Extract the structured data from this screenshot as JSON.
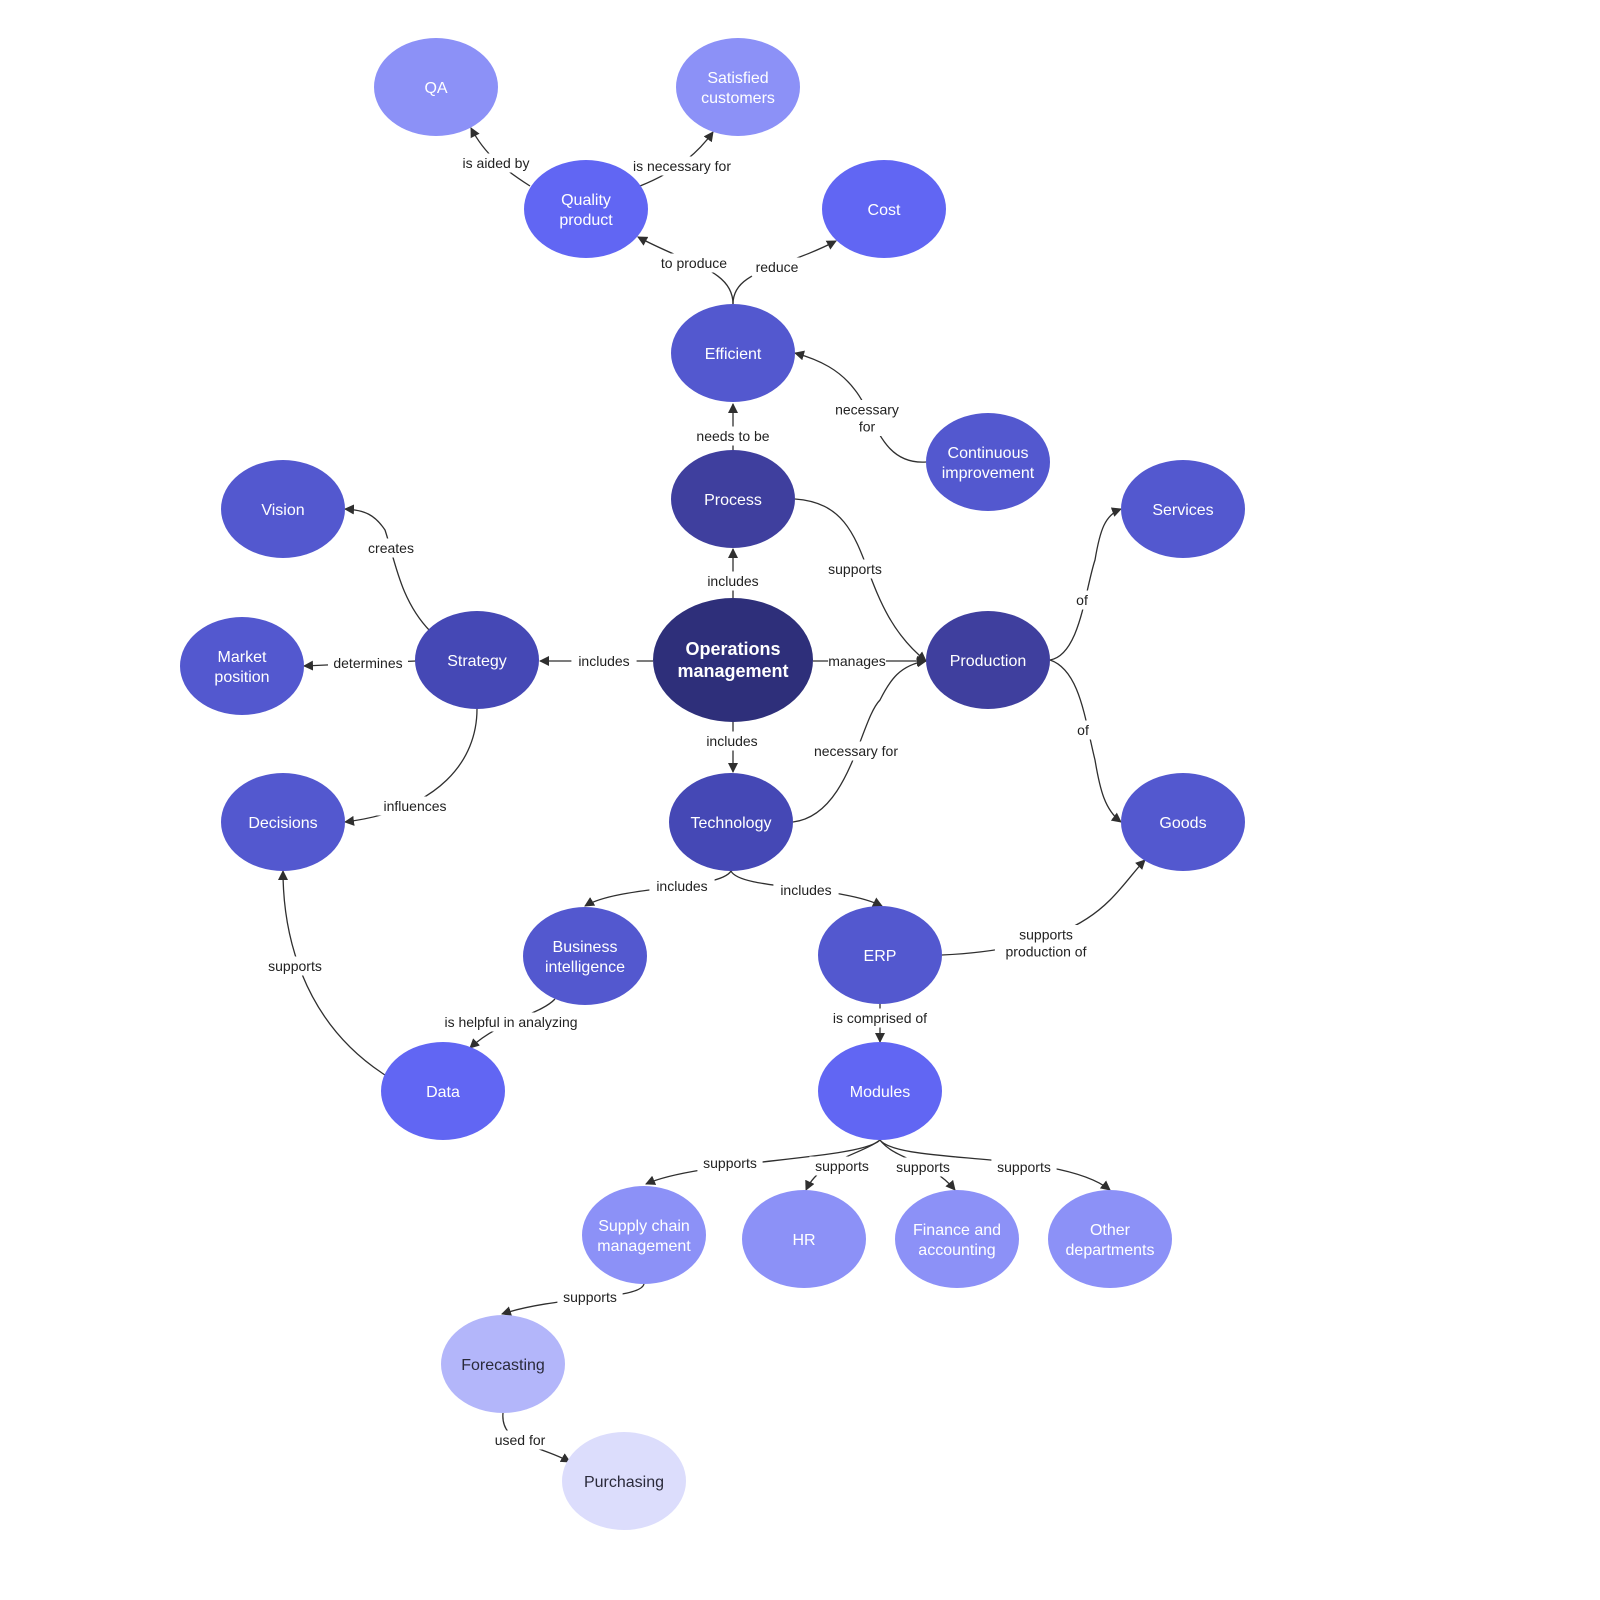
{
  "nodes": {
    "ops": {
      "label": [
        "Operations",
        "management"
      ],
      "fill": "#2e2f7a",
      "text": "#ffffff"
    },
    "process": {
      "label": [
        "Process"
      ],
      "fill": "#3f3f9e",
      "text": "#ffffff"
    },
    "efficient": {
      "label": [
        "Efficient"
      ],
      "fill": "#5358cf",
      "text": "#ffffff"
    },
    "quality": {
      "label": [
        "Quality",
        "product"
      ],
      "fill": "#6166f3",
      "text": "#ffffff"
    },
    "cost": {
      "label": [
        "Cost"
      ],
      "fill": "#6166f3",
      "text": "#ffffff"
    },
    "qa": {
      "label": [
        "QA"
      ],
      "fill": "#8c91f7",
      "text": "#ffffff"
    },
    "satisfied": {
      "label": [
        "Satisfied",
        "customers"
      ],
      "fill": "#8c91f7",
      "text": "#ffffff"
    },
    "continuous": {
      "label": [
        "Continuous",
        "improvement"
      ],
      "fill": "#5358cf",
      "text": "#ffffff"
    },
    "strategy": {
      "label": [
        "Strategy"
      ],
      "fill": "#4548b5",
      "text": "#ffffff"
    },
    "vision": {
      "label": [
        "Vision"
      ],
      "fill": "#5358cf",
      "text": "#ffffff"
    },
    "market": {
      "label": [
        "Market",
        "position"
      ],
      "fill": "#5358cf",
      "text": "#ffffff"
    },
    "decisions": {
      "label": [
        "Decisions"
      ],
      "fill": "#5358cf",
      "text": "#ffffff"
    },
    "production": {
      "label": [
        "Production"
      ],
      "fill": "#3f3f9e",
      "text": "#ffffff"
    },
    "services": {
      "label": [
        "Services"
      ],
      "fill": "#5358cf",
      "text": "#ffffff"
    },
    "goods": {
      "label": [
        "Goods"
      ],
      "fill": "#5358cf",
      "text": "#ffffff"
    },
    "technology": {
      "label": [
        "Technology"
      ],
      "fill": "#4548b5",
      "text": "#ffffff"
    },
    "bi": {
      "label": [
        "Business",
        "intelligence"
      ],
      "fill": "#5358cf",
      "text": "#ffffff"
    },
    "erp": {
      "label": [
        "ERP"
      ],
      "fill": "#5358cf",
      "text": "#ffffff"
    },
    "data": {
      "label": [
        "Data"
      ],
      "fill": "#6166f3",
      "text": "#ffffff"
    },
    "modules": {
      "label": [
        "Modules"
      ],
      "fill": "#6166f3",
      "text": "#ffffff"
    },
    "scm": {
      "label": [
        "Supply chain",
        "management"
      ],
      "fill": "#8c91f7",
      "text": "#ffffff"
    },
    "hr": {
      "label": [
        "HR"
      ],
      "fill": "#8c91f7",
      "text": "#ffffff"
    },
    "finance": {
      "label": [
        "Finance and",
        "accounting"
      ],
      "fill": "#8c91f7",
      "text": "#ffffff"
    },
    "other": {
      "label": [
        "Other",
        "departments"
      ],
      "fill": "#8c91f7",
      "text": "#ffffff"
    },
    "forecasting": {
      "label": [
        "Forecasting"
      ],
      "fill": "#b3b6fa",
      "text": "#2a2a3a"
    },
    "purchasing": {
      "label": [
        "Purchasing"
      ],
      "fill": "#dcddfc",
      "text": "#2a2a3a"
    }
  },
  "edges": [
    {
      "from": "ops",
      "to": "process",
      "label": [
        "includes"
      ]
    },
    {
      "from": "ops",
      "to": "strategy",
      "label": [
        "includes"
      ]
    },
    {
      "from": "ops",
      "to": "technology",
      "label": [
        "includes"
      ]
    },
    {
      "from": "ops",
      "to": "production",
      "label": [
        "manages"
      ]
    },
    {
      "from": "process",
      "to": "efficient",
      "label": [
        "needs to be"
      ]
    },
    {
      "from": "process",
      "to": "production",
      "label": [
        "supports"
      ]
    },
    {
      "from": "efficient",
      "to": "quality",
      "label": [
        "to produce"
      ]
    },
    {
      "from": "efficient",
      "to": "cost",
      "label": [
        "reduce"
      ]
    },
    {
      "from": "quality",
      "to": "qa",
      "label": [
        "is aided by"
      ]
    },
    {
      "from": "quality",
      "to": "satisfied",
      "label": [
        "is necessary for"
      ]
    },
    {
      "from": "continuous",
      "to": "efficient",
      "label": [
        "necessary",
        "for"
      ]
    },
    {
      "from": "strategy",
      "to": "vision",
      "label": [
        "creates"
      ]
    },
    {
      "from": "strategy",
      "to": "market",
      "label": [
        "determines"
      ]
    },
    {
      "from": "strategy",
      "to": "decisions",
      "label": [
        "influences"
      ]
    },
    {
      "from": "production",
      "to": "services",
      "label": [
        "of"
      ]
    },
    {
      "from": "production",
      "to": "goods",
      "label": [
        "of"
      ]
    },
    {
      "from": "technology",
      "to": "production",
      "label": [
        "necessary for"
      ]
    },
    {
      "from": "technology",
      "to": "bi",
      "label": [
        "includes"
      ]
    },
    {
      "from": "technology",
      "to": "erp",
      "label": [
        "includes"
      ]
    },
    {
      "from": "erp",
      "to": "goods",
      "label": [
        "supports",
        "production of"
      ]
    },
    {
      "from": "erp",
      "to": "modules",
      "label": [
        "is comprised of"
      ]
    },
    {
      "from": "bi",
      "to": "data",
      "label": [
        "is helpful in analyzing"
      ]
    },
    {
      "from": "data",
      "to": "decisions",
      "label": [
        "supports"
      ]
    },
    {
      "from": "modules",
      "to": "scm",
      "label": [
        "supports"
      ]
    },
    {
      "from": "modules",
      "to": "hr",
      "label": [
        "supports"
      ]
    },
    {
      "from": "modules",
      "to": "finance",
      "label": [
        "supports"
      ]
    },
    {
      "from": "modules",
      "to": "other",
      "label": [
        "supports"
      ]
    },
    {
      "from": "scm",
      "to": "forecasting",
      "label": [
        "supports"
      ]
    },
    {
      "from": "forecasting",
      "to": "purchasing",
      "label": [
        "used for"
      ]
    }
  ]
}
